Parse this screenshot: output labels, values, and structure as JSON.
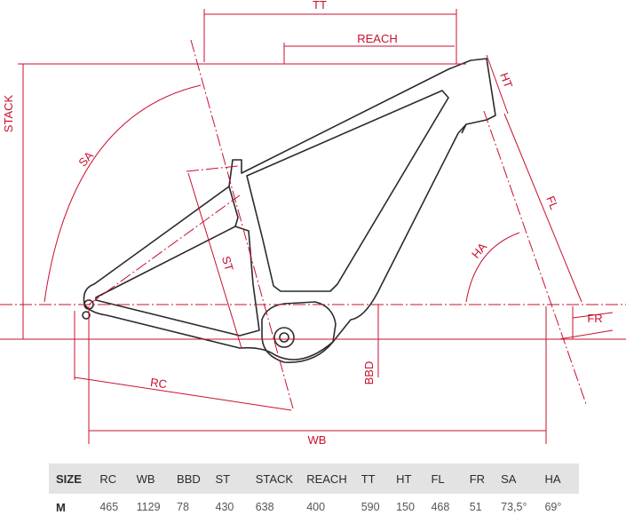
{
  "labels": {
    "tt": "TT",
    "reach": "REACH",
    "stack": "STACK",
    "ht": "HT",
    "sa": "SA",
    "st": "ST",
    "fl": "FL",
    "ha": "HA",
    "fr": "FR",
    "rc": "RC",
    "bbd": "BBD",
    "wb": "WB"
  },
  "colors": {
    "dimension": "#c8102e",
    "frame": "#2b2b2b",
    "table_header_bg": "#e3e3e3"
  },
  "table": {
    "headers": [
      "SIZE",
      "RC",
      "WB",
      "BBD",
      "ST",
      "STACK",
      "REACH",
      "TT",
      "HT",
      "FL",
      "FR",
      "SA",
      "HA"
    ],
    "rows": [
      [
        "M",
        "465",
        "1129",
        "78",
        "430",
        "638",
        "400",
        "590",
        "150",
        "468",
        "51",
        "73,5°",
        "69°"
      ]
    ]
  }
}
